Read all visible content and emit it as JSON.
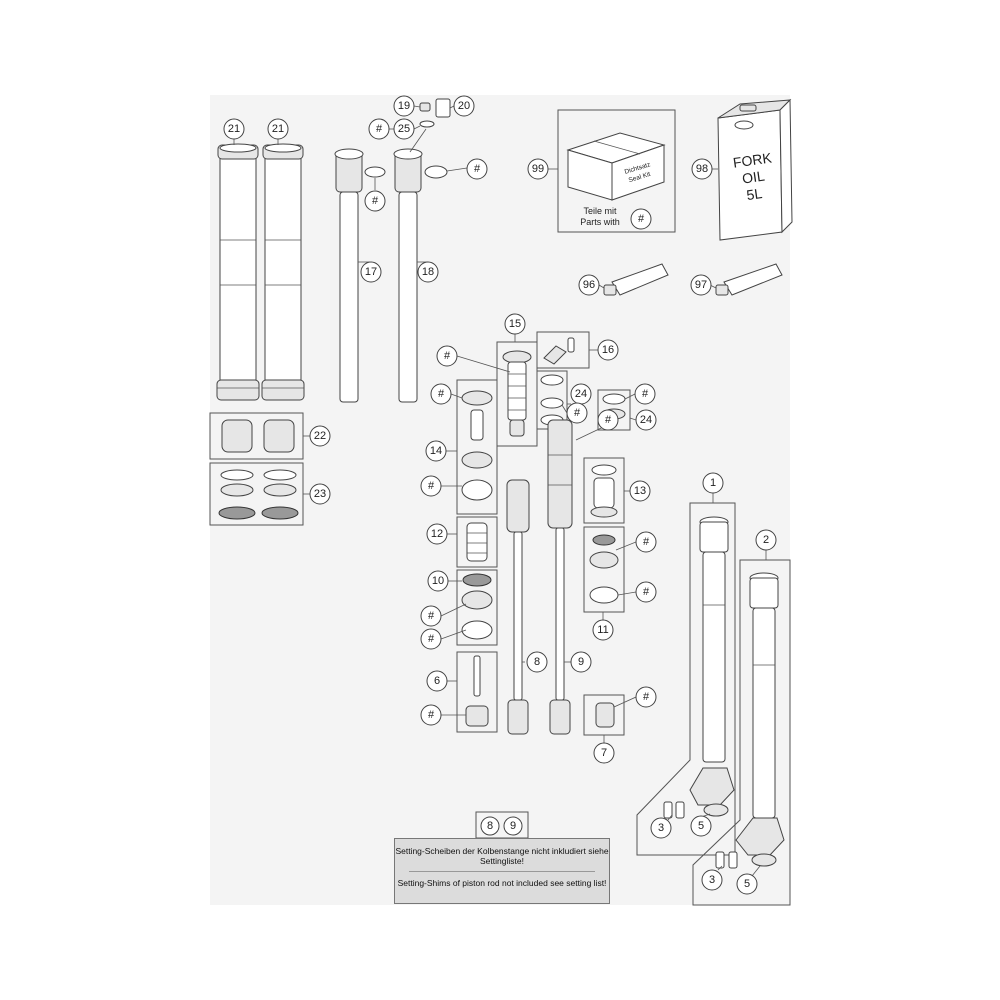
{
  "callouts": [
    {
      "label": "21"
    },
    {
      "label": "21"
    },
    {
      "label": "19"
    },
    {
      "label": "20"
    },
    {
      "label": "#"
    },
    {
      "label": "25"
    },
    {
      "label": "#"
    },
    {
      "label": "#"
    },
    {
      "label": "17"
    },
    {
      "label": "18"
    },
    {
      "label": "99"
    },
    {
      "label": "#"
    },
    {
      "label": "98"
    },
    {
      "label": "96"
    },
    {
      "label": "97"
    },
    {
      "label": "15"
    },
    {
      "label": "16"
    },
    {
      "label": "#"
    },
    {
      "label": "#"
    },
    {
      "label": "24"
    },
    {
      "label": "#"
    },
    {
      "label": "#"
    },
    {
      "label": "24"
    },
    {
      "label": "#"
    },
    {
      "label": "14"
    },
    {
      "label": "#"
    },
    {
      "label": "22"
    },
    {
      "label": "23"
    },
    {
      "label": "13"
    },
    {
      "label": "12"
    },
    {
      "label": "#"
    },
    {
      "label": "1"
    },
    {
      "label": "2"
    },
    {
      "label": "#"
    },
    {
      "label": "10"
    },
    {
      "label": "#"
    },
    {
      "label": "#"
    },
    {
      "label": "11"
    },
    {
      "label": "8"
    },
    {
      "label": "9"
    },
    {
      "label": "6"
    },
    {
      "label": "#"
    },
    {
      "label": "#"
    },
    {
      "label": "7"
    },
    {
      "label": "3"
    },
    {
      "label": "5"
    },
    {
      "label": "3"
    },
    {
      "label": "5"
    },
    {
      "label": "8"
    },
    {
      "label": "9"
    }
  ],
  "seal_kit_box": {
    "line1": "Dichtsatz",
    "line2": "Seal Kit"
  },
  "parts_with": {
    "line1": "Teile mit",
    "line2": "Parts with"
  },
  "oil_can": {
    "line1": "FORK",
    "line2": "OIL",
    "line3": "5L"
  },
  "note": {
    "de": "Setting-Scheiben der Kolbenstange nicht inkludiert siehe Settingliste!",
    "en": "Setting-Shims of piston rod not included see setting list!"
  }
}
